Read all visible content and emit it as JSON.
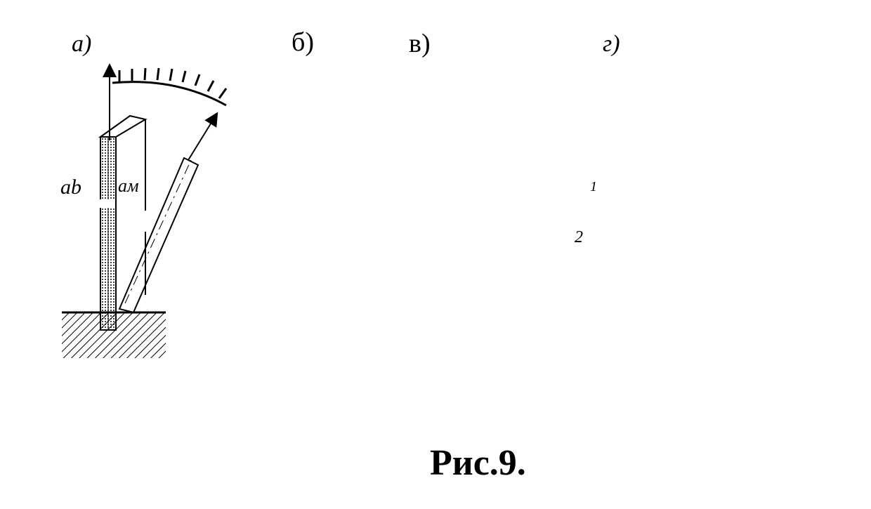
{
  "labels": {
    "a": "а)",
    "b": "б)",
    "v": "в)",
    "g": "г)",
    "alpha_b": "ab",
    "alpha_m": "aм",
    "part_1": "1",
    "part_2": "2"
  },
  "caption": "Рис.9."
}
